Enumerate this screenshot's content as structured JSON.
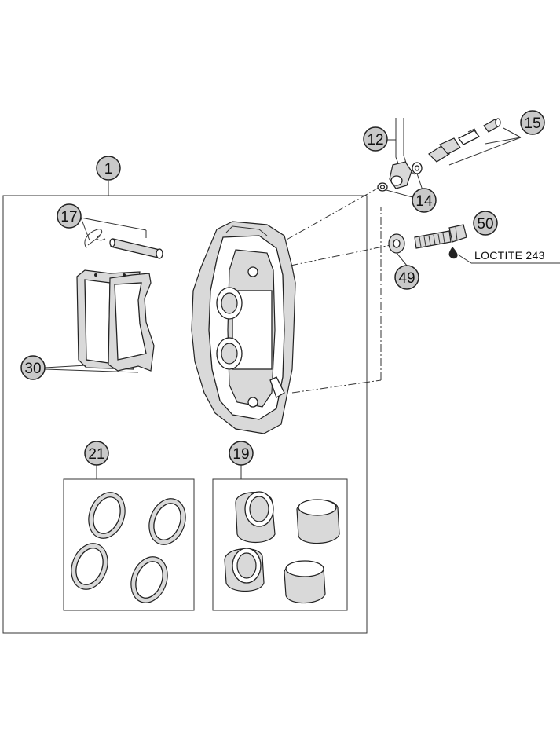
{
  "callouts": {
    "c1": "1",
    "c12": "12",
    "c14": "14",
    "c15": "15",
    "c17": "17",
    "c19": "19",
    "c21": "21",
    "c30": "30",
    "c49": "49",
    "c50": "50"
  },
  "note": {
    "loctite": "LOCTITE 243"
  }
}
